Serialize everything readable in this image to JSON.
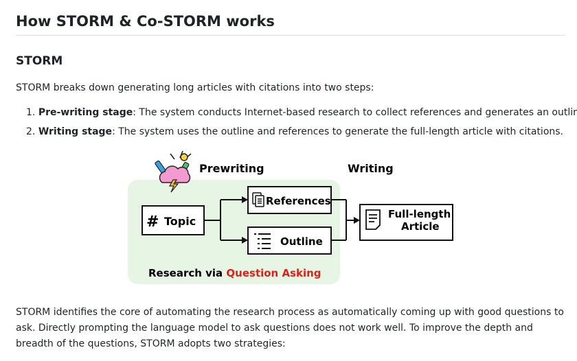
{
  "section": {
    "title": "How STORM & Co-STORM works",
    "subtitle": "STORM",
    "intro": "STORM breaks down generating long articles with citations into two steps:"
  },
  "steps": [
    {
      "num": "1.",
      "term": "Pre-writing stage",
      "text": ": The system conducts Internet-based research to collect references and generates an outline."
    },
    {
      "num": "2.",
      "term": "Writing stage",
      "text": ": The system uses the outline and references to generate the full-length article with citations."
    }
  ],
  "diagram": {
    "prewriting_label": "Prewriting",
    "writing_label": "Writing",
    "topic_label": "Topic",
    "references_label": "References",
    "outline_label": "Outline",
    "article_line1": "Full-length",
    "article_line2": "Article",
    "caption_prefix": "Research via ",
    "caption_highlight": "Question Asking",
    "colors": {
      "panel_bg": "#e7f5e4",
      "highlight": "#e0201b"
    },
    "icons": [
      "brainstorm-cloud-icon",
      "hash-icon",
      "documents-icon",
      "outline-list-icon",
      "article-icon"
    ]
  },
  "paragraph2": "STORM identifies the core of automating the research process as automatically coming up with good questions to ask. Directly prompting the language model to ask questions does not work well. To improve the depth and breadth of the questions, STORM adopts two strategies:"
}
